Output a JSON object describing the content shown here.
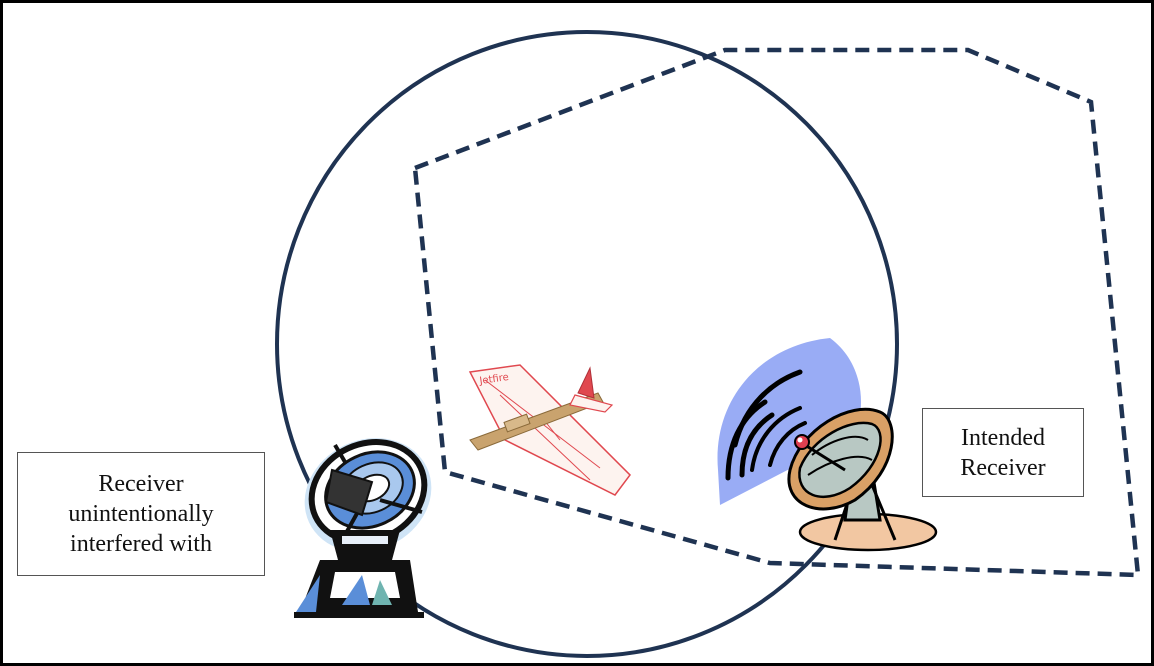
{
  "labels": {
    "unintended": [
      "Receiver",
      "unintentionally",
      "interfered with"
    ],
    "intended": [
      "Intended",
      "Receiver"
    ]
  },
  "colors": {
    "outline": "#1f3352",
    "frame": "#000000",
    "wave_fill": "#99acf5",
    "plane_body": "#c9a36e",
    "plane_lines": "#e0484f",
    "dish_fill": "#b8c8c3",
    "dish_rim": "#d9a066",
    "tower_blue": "#5a8ed8",
    "tower_dark": "#111111"
  },
  "icons": {
    "interfered_receiver": "radar-tower-icon",
    "intended_receiver": "satellite-dish-icon",
    "transmitter": "airplane-icon"
  }
}
